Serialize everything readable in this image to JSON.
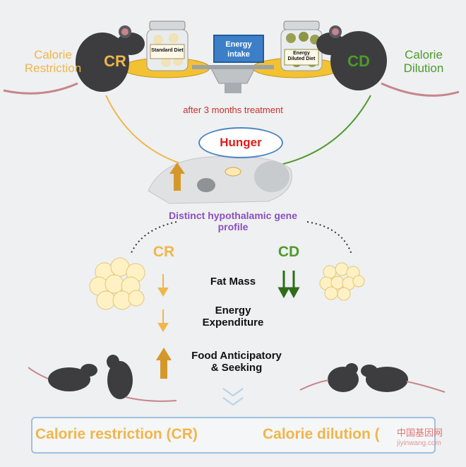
{
  "top": {
    "left_label": "Calorie\nRestriction",
    "right_label": "Calorie\nDilution",
    "cr_tag": "CR",
    "cd_tag": "CD",
    "jar_left": "Standard Diet",
    "jar_right": "Energy\nDiluted Diet",
    "energy_box": "Energy\nintake",
    "treatment": "after 3 months treatment"
  },
  "middle": {
    "hunger": "Hunger",
    "gene_profile": "Distinct hypothalamic gene\nprofile"
  },
  "comparison": {
    "cr": "CR",
    "cd": "CD",
    "fat_mass": "Fat Mass",
    "energy_expenditure": "Energy\nExpenditure",
    "food_anticipatory": "Food Anticipatory\n& Seeking"
  },
  "bottom": {
    "left": "Calorie restriction (CR)",
    "right": "Calorie dilution ("
  },
  "watermark": {
    "line1": "中国基因网",
    "line2": "jiyinwang.com"
  },
  "colors": {
    "cr": "#f0b64a",
    "cd": "#4e9a2c",
    "hunger": "#e11a1a",
    "gene": "#8a4fbf",
    "treatment": "#c9302c",
    "box_border": "#9ec0df"
  }
}
